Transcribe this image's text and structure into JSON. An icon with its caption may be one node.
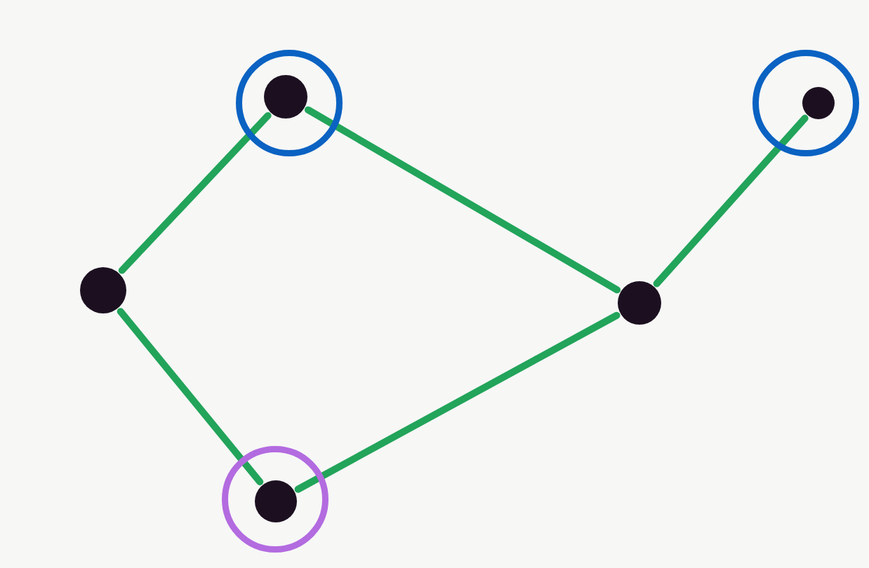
{
  "diagram": {
    "nodes": [
      {
        "text": [],
        "shape": "circle"
      },
      {
        "text": [],
        "shape": "circle",
        "in": 0
      },
      {
        "text": [],
        "shape": "circle"
      },
      {
        "text": [],
        "shape": "circle",
        "in": 2
      },
      {
        "text": [],
        "shape": "circle"
      },
      {
        "text": [],
        "shape": "circle"
      },
      {
        "text": [],
        "shape": "circle"
      },
      {
        "text": [],
        "shape": "circle",
        "in": 6
      }
    ],
    "edges": [
      {
        "from": 4,
        "to": 1,
        "arrow": "none"
      },
      {
        "from": 1,
        "to": 5,
        "arrow": "none"
      },
      {
        "from": 5,
        "to": 3,
        "arrow": "none"
      },
      {
        "from": 4,
        "to": 7,
        "arrow": "none"
      },
      {
        "from": 7,
        "to": 5,
        "arrow": "none"
      }
    ]
  }
}
